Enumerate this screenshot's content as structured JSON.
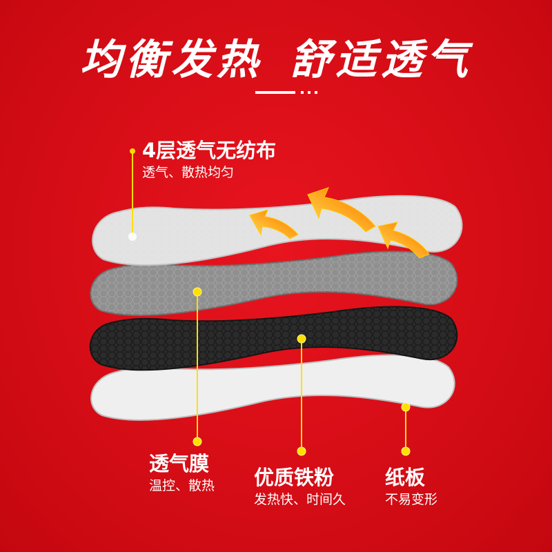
{
  "headline": {
    "left": "均衡发热",
    "right": "舒适透气"
  },
  "layers": [
    {
      "title": "4层透气无纺布",
      "subtitle": "透气、散热均匀"
    },
    {
      "title": "透气膜",
      "subtitle": "温控、散热"
    },
    {
      "title": "优质铁粉",
      "subtitle": "发热快、时间久"
    },
    {
      "title": "纸板",
      "subtitle": "不易变形"
    }
  ],
  "colors": {
    "background": "#d60d16",
    "accent": "#ffe000",
    "text": "#ffffff",
    "layer_top": "#e4e4e4",
    "layer_film": "#8f8f8f",
    "layer_iron": "#2c2c2c",
    "layer_board": "#eeeeee"
  },
  "icons": [
    "heat-arrow-icon"
  ]
}
